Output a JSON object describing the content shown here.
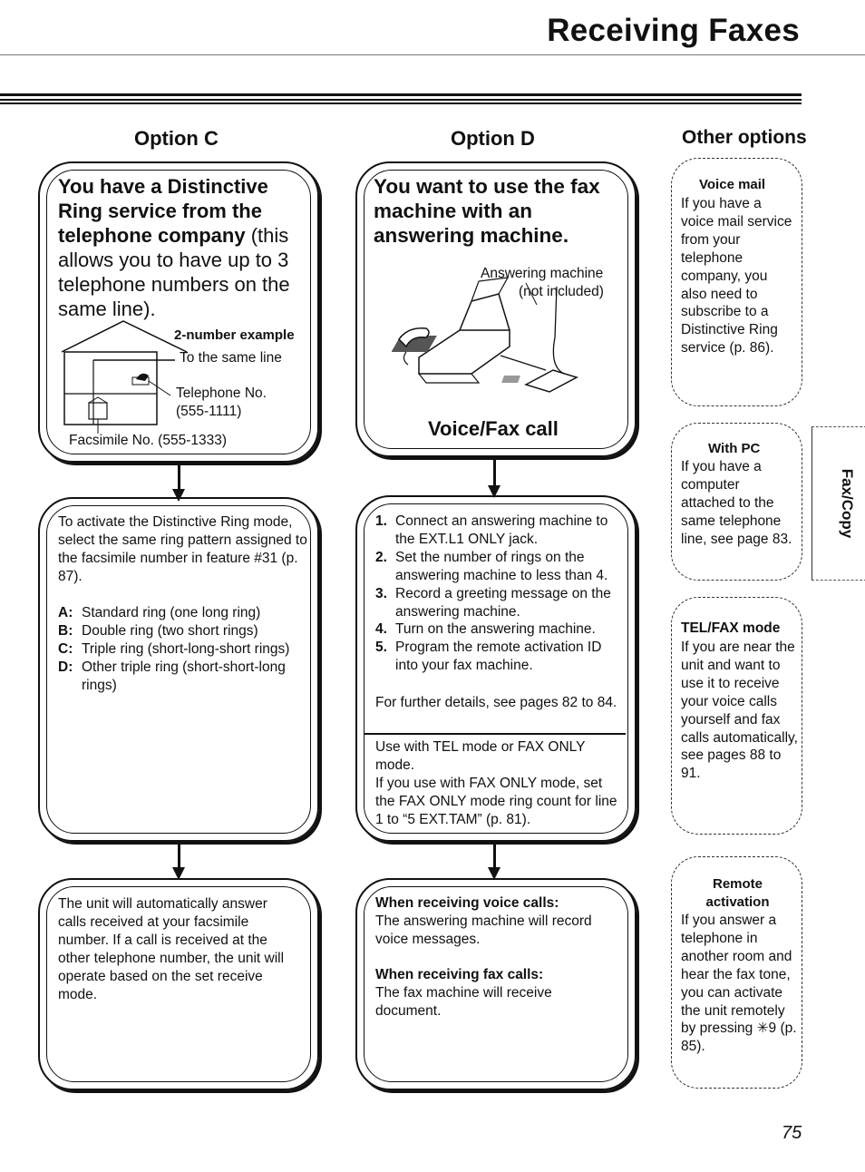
{
  "page_title": "Receiving Faxes",
  "page_number": "75",
  "side_tab": "Fax/Copy",
  "columns": {
    "c": "Option C",
    "d": "Option D",
    "other": "Other options"
  },
  "option_c": {
    "box1": {
      "heading_bold": "You have a Distinctive Ring service from the telephone company",
      "heading_rest_1": "(this",
      "heading_rest_2": "allows you to have up to",
      "heading_rest_3": "3 telephone numbers on the",
      "heading_rest_4": "same line).",
      "example_label": "2-number example",
      "same_line": "To the same line",
      "telephone_no": "Telephone No.",
      "telephone_num": "(555-1111)",
      "facsimile_no": "Facsimile No. (555-1333)"
    },
    "box2": {
      "intro": "To activate the Distinctive Ring mode, select the same ring pattern assigned to the facsimile number in feature #31 (p. 87).",
      "rings": [
        {
          "key": "A:",
          "text": "Standard ring (one long ring)"
        },
        {
          "key": "B:",
          "text": "Double ring (two short rings)"
        },
        {
          "key": "C:",
          "text": "Triple ring (short-long-short rings)"
        },
        {
          "key": "D:",
          "text": "Other triple ring (short-short-long rings)"
        }
      ]
    },
    "box3": {
      "text": "The unit will automatically answer calls received at your facsimile number. If a call is received at the other telephone number, the unit will operate based on the set receive mode."
    }
  },
  "option_d": {
    "box1": {
      "heading": "You want to use the fax machine with an answering machine.",
      "answering_machine": "Answering machine",
      "not_included": "(not included)",
      "footer": "Voice/Fax call"
    },
    "box2": {
      "steps": [
        {
          "num": "1.",
          "text": "Connect an answering machine to the EXT.L1 ONLY jack."
        },
        {
          "num": "2.",
          "text": "Set the number of rings on the answering machine to less than 4."
        },
        {
          "num": "3.",
          "text": "Record a greeting message on the answering machine."
        },
        {
          "num": "4.",
          "text": "Turn on the answering machine."
        },
        {
          "num": "5.",
          "text": "Program the remote activation ID into your fax machine."
        }
      ],
      "details": "For further details, see pages 82 to 84.",
      "note_1": "Use with TEL mode or FAX ONLY mode.",
      "note_2": "If you use with FAX ONLY mode, set the FAX ONLY mode ring count for line 1 to “5 EXT.TAM” (p. 81)."
    },
    "box3": {
      "voice_heading": "When receiving voice calls:",
      "voice_text": "The answering machine will record voice messages.",
      "fax_heading": "When receiving fax calls:",
      "fax_text": "The fax machine will receive document."
    }
  },
  "other_options": [
    {
      "title": "Voice mail",
      "text": "If you have a voice mail service from your telephone company, you also need to subscribe to a Distinctive Ring service (p. 86)."
    },
    {
      "title": "With PC",
      "text": "If you have a computer attached to the same telephone line, see page 83."
    },
    {
      "title": "TEL/FAX mode",
      "text": "If you are near the unit and want to use it to receive your voice calls yourself and fax calls automatically, see pages 88 to 91."
    },
    {
      "title": "Remote activation",
      "text": "If you answer a telephone in another room and hear the fax tone, you can activate the unit remotely by pressing ✳9 (p. 85)."
    }
  ]
}
